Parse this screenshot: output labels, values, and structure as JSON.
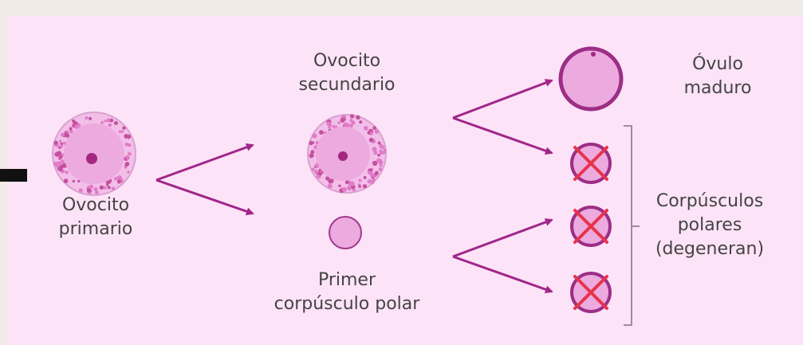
{
  "labels": {
    "primary_oocyte": [
      "Ovocito",
      "primario"
    ],
    "secondary_oocyte": [
      "Ovocito",
      "secundario"
    ],
    "first_polar_body": [
      "Primer",
      "corpúsculo polar"
    ],
    "mature_ovum": [
      "Óvulo",
      "maduro"
    ],
    "polar_bodies": [
      "Corpúsculos",
      "polares",
      "(degeneran)"
    ]
  },
  "colors": {
    "page_background": "#f0ebe6",
    "panel": "#fde3f7",
    "cell_fill": "#ecaadf",
    "cell_nucleus": "#a4287f",
    "cell_outline": "#9c2e86",
    "arrow": "#a0268a",
    "cross": "#e8334a",
    "bracket": "#a884a8",
    "text": "#444444"
  }
}
